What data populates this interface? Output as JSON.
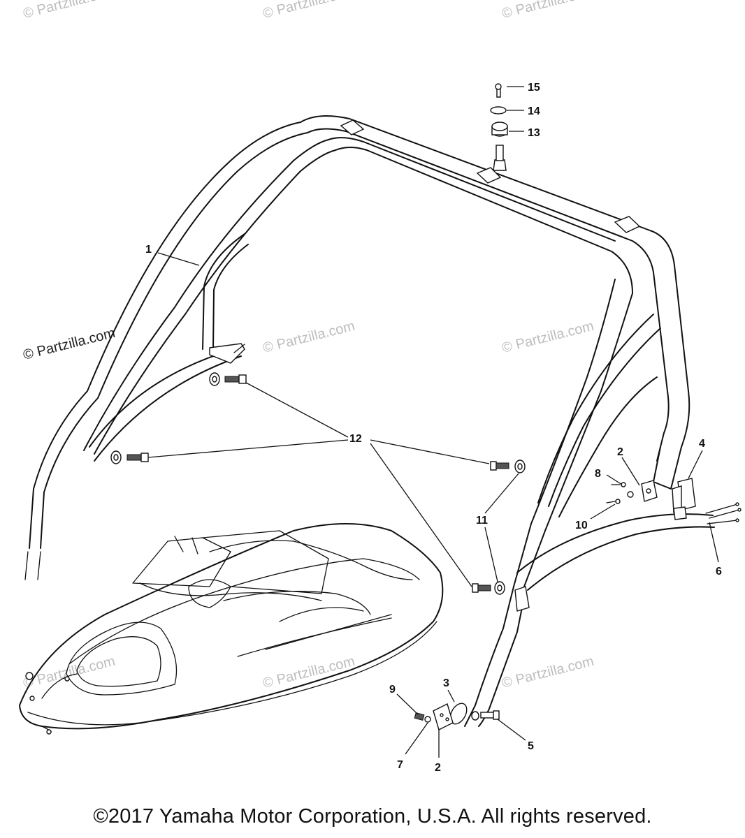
{
  "watermarks": {
    "main": "© Partzilla.com",
    "faint": "© Partzilla.com"
  },
  "callouts": {
    "c1": "1",
    "c2a": "2",
    "c2b": "2",
    "c3": "3",
    "c4": "4",
    "c5": "5",
    "c6": "6",
    "c7": "7",
    "c8": "8",
    "c9": "9",
    "c10": "10",
    "c11": "11",
    "c12": "12",
    "c13": "13",
    "c14": "14",
    "c15": "15"
  },
  "footer": {
    "copyright": "©2017 Yamaha Motor Corporation, U.S.A. All rights reserved."
  }
}
